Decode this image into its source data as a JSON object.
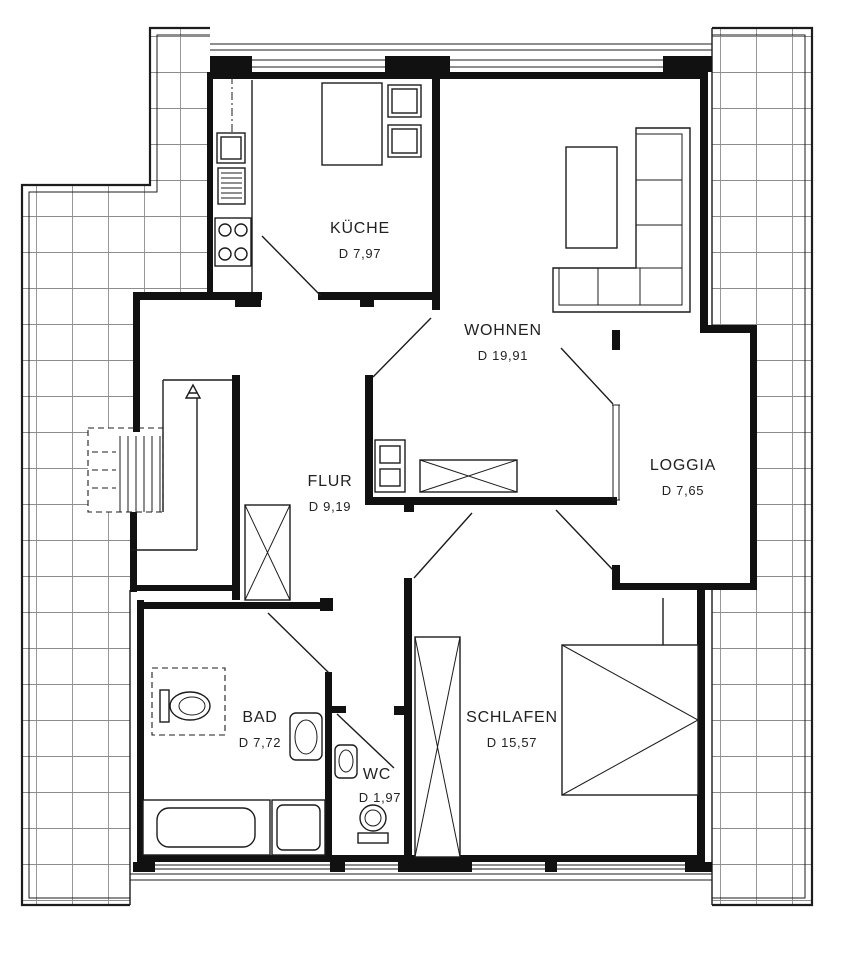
{
  "plan": {
    "rooms": {
      "kueche": {
        "name": "KÜCHE",
        "area": "D 7,97"
      },
      "wohnen": {
        "name": "WOHNEN",
        "area": "D 19,91"
      },
      "loggia": {
        "name": "LOGGIA",
        "area": "D 7,65"
      },
      "flur": {
        "name": "FLUR",
        "area": "D 9,19"
      },
      "bad": {
        "name": "BAD",
        "area": "D 7,72"
      },
      "wc": {
        "name": "WC",
        "area": "D 1,97"
      },
      "schlafen": {
        "name": "SCHLAFEN",
        "area": "D 15,57"
      }
    }
  },
  "colors": {
    "background": "#ffffff",
    "wall": "#111111",
    "line": "#1c1c1c",
    "tile": "#8d8d8d",
    "text": "#222222"
  }
}
